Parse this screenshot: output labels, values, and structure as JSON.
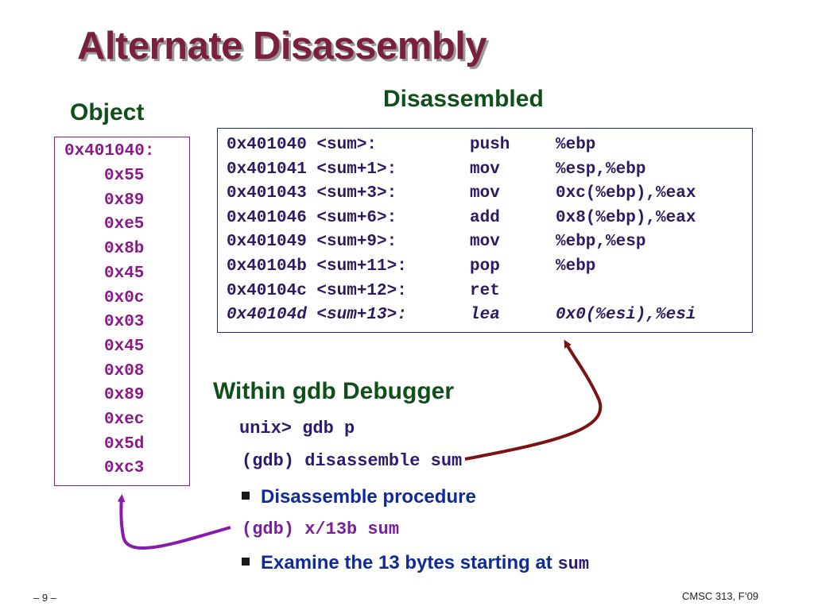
{
  "slide": {
    "title": "Alternate Disassembly",
    "object_heading": "Object",
    "disassembled_heading": "Disassembled",
    "gdb_heading": "Within gdb Debugger"
  },
  "object": {
    "address": "0x401040:",
    "bytes": [
      "0x55",
      "0x89",
      "0xe5",
      "0x8b",
      "0x45",
      "0x0c",
      "0x03",
      "0x45",
      "0x08",
      "0x89",
      "0xec",
      "0x5d",
      "0xc3"
    ]
  },
  "disassembly": [
    {
      "addr": "0x401040 <sum>:",
      "op": "push",
      "args": "%ebp"
    },
    {
      "addr": "0x401041 <sum+1>:",
      "op": "mov",
      "args": "%esp,%ebp"
    },
    {
      "addr": "0x401043 <sum+3>:",
      "op": "mov",
      "args": "0xc(%ebp),%eax"
    },
    {
      "addr": "0x401046 <sum+6>:",
      "op": "add",
      "args": "0x8(%ebp),%eax"
    },
    {
      "addr": "0x401049 <sum+9>:",
      "op": "mov",
      "args": "%ebp,%esp"
    },
    {
      "addr": "0x40104b <sum+11>:",
      "op": "pop",
      "args": "%ebp"
    },
    {
      "addr": "0x40104c <sum+12>:",
      "op": "ret",
      "args": ""
    },
    {
      "addr": "0x40104d <sum+13>:",
      "op": "lea",
      "args": "0x0(%esi),%esi"
    }
  ],
  "gdb": {
    "cmd1": "unix> gdb p",
    "cmd2": "(gdb) disassemble sum",
    "bullet1": "Disassemble procedure",
    "cmd3": "(gdb) x/13b sum",
    "bullet2_text": "Examine the 13 bytes starting at ",
    "bullet2_code": "sum"
  },
  "footer": {
    "page": "– 9 –",
    "course": "CMSC 313, F’09"
  },
  "colors": {
    "title": "#7a1f3d",
    "heading": "#0f4f1a",
    "bullet": "#102a9a",
    "arrow_red": "#7a1414",
    "arrow_purple": "#8a1aaa"
  }
}
